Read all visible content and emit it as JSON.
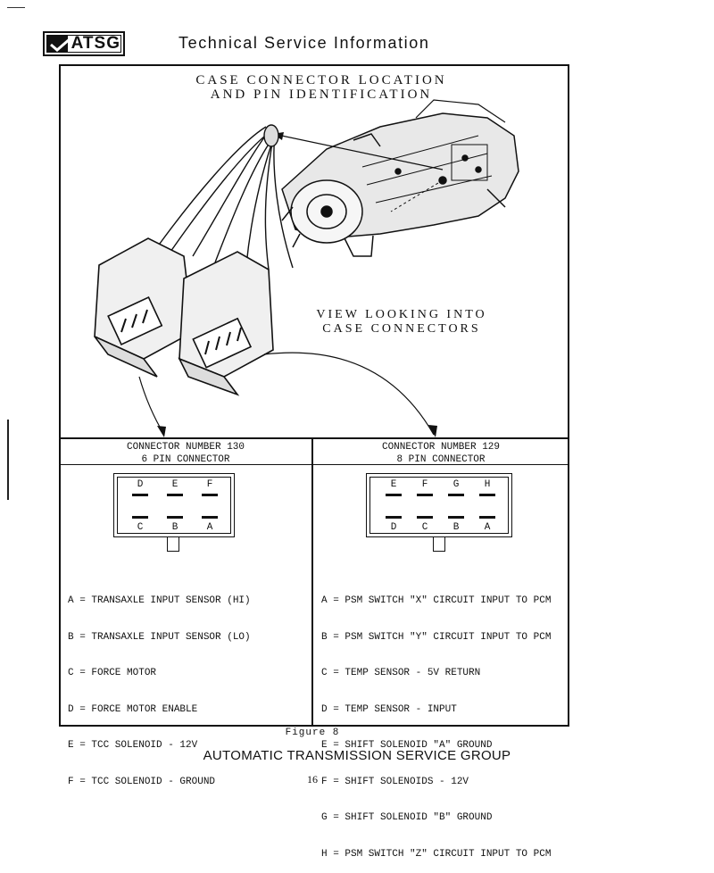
{
  "header": {
    "logo_text": "ATSG",
    "title": "Technical Service Information"
  },
  "diagram": {
    "title_line1": "CASE CONNECTOR LOCATION",
    "title_line2": "AND PIN IDENTIFICATION",
    "view_line1": "VIEW LOOKING INTO",
    "view_line2": "CASE CONNECTORS"
  },
  "connector_130": {
    "title_line1": "CONNECTOR NUMBER 130",
    "title_line2": "6 PIN CONNECTOR",
    "top_pins": [
      "D",
      "E",
      "F"
    ],
    "bottom_pins": [
      "C",
      "B",
      "A"
    ],
    "pins": [
      "A = TRANSAXLE INPUT SENSOR (HI)",
      "B = TRANSAXLE INPUT SENSOR (LO)",
      "C = FORCE MOTOR",
      "D = FORCE MOTOR ENABLE",
      "E = TCC SOLENOID - 12V",
      "F = TCC SOLENOID - GROUND"
    ]
  },
  "connector_129": {
    "title_line1": "CONNECTOR NUMBER 129",
    "title_line2": "8 PIN CONNECTOR",
    "top_pins": [
      "E",
      "F",
      "G",
      "H"
    ],
    "bottom_pins": [
      "D",
      "C",
      "B",
      "A"
    ],
    "pins": [
      "A = PSM SWITCH \"X\" CIRCUIT INPUT TO PCM",
      "B = PSM SWITCH \"Y\" CIRCUIT INPUT TO PCM",
      "C = TEMP SENSOR - 5V RETURN",
      "D = TEMP SENSOR - INPUT",
      "E = SHIFT SOLENOID \"A\" GROUND",
      "F = SHIFT SOLENOIDS - 12V",
      "G = SHIFT SOLENOID \"B\" GROUND",
      "H = PSM SWITCH \"Z\" CIRCUIT INPUT TO PCM"
    ]
  },
  "figure_caption": "Figure 8",
  "footer": {
    "organization": "AUTOMATIC TRANSMISSION SERVICE GROUP",
    "page_number": "16"
  }
}
